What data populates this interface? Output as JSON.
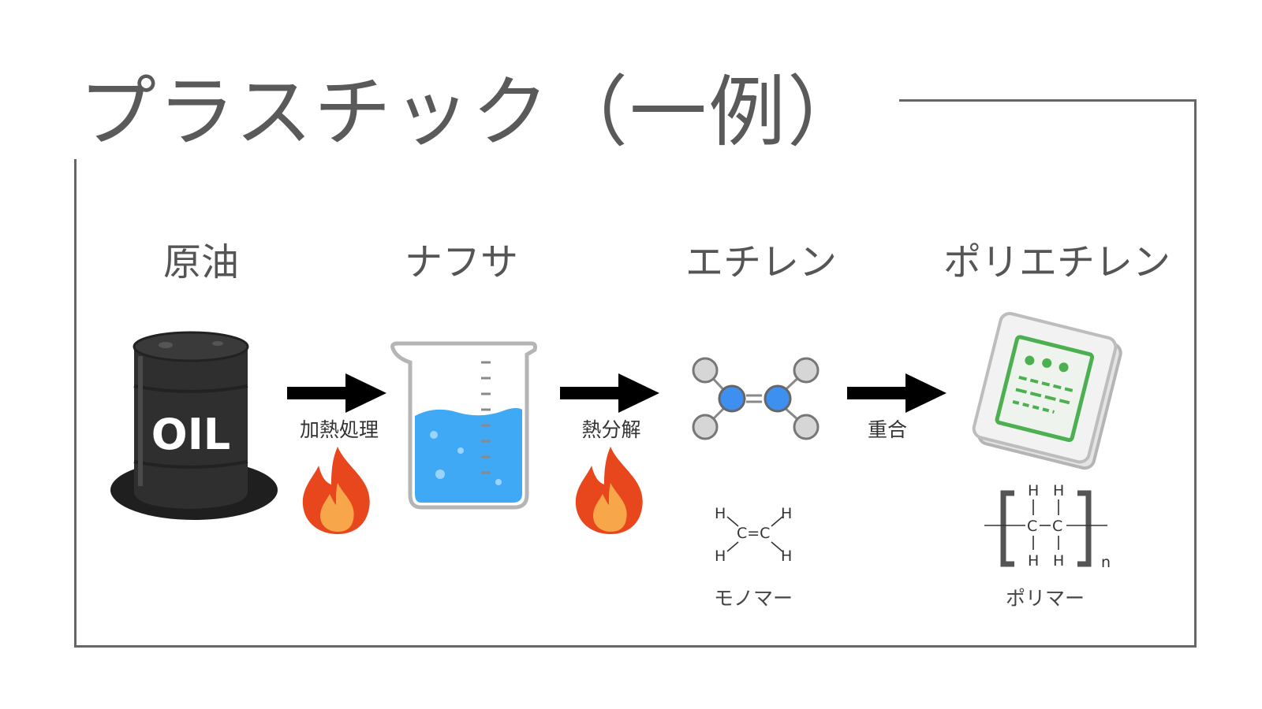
{
  "title": "プラスチック（一例）",
  "colors": {
    "frame": "#666666",
    "barrel": "#2f2f2f",
    "water": "#3fa9f5",
    "flame_outer": "#e8461c",
    "flame_inner": "#f7a64a",
    "atom_carbon": "#3d8ff0",
    "atom_hydrogen": "#d6d6d6",
    "bag_green": "#4caf50"
  },
  "stages": [
    {
      "label": "原油",
      "icon": "oil-barrel-icon",
      "icon_text": "OIL"
    },
    {
      "label": "ナフサ",
      "icon": "beaker-icon"
    },
    {
      "label": "エチレン",
      "icon": "ethylene-molecule-icon"
    },
    {
      "label": "ポリエチレン",
      "icon": "plastic-bag-icon"
    }
  ],
  "steps": [
    {
      "label": "加熱処理",
      "icons": [
        "arrow-right-icon",
        "flame-icon"
      ]
    },
    {
      "label": "熱分解",
      "icons": [
        "arrow-right-icon",
        "flame-icon"
      ]
    },
    {
      "label": "重合",
      "icons": [
        "arrow-right-icon"
      ]
    }
  ],
  "monomer": {
    "label": "モノマー",
    "formula": {
      "h": "H",
      "carbon_bond": "C=C"
    }
  },
  "polymer": {
    "label": "ポリマー",
    "formula": {
      "h": "H",
      "c": "C",
      "bond": "–",
      "repeat": "n"
    }
  }
}
